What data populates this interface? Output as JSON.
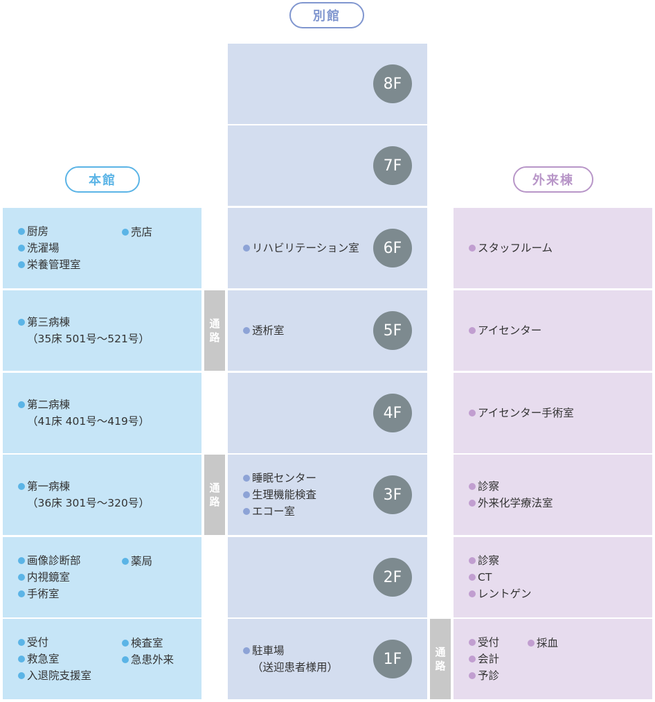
{
  "buildings": {
    "main": {
      "label": "本館",
      "color": "#5bb4e6"
    },
    "annex": {
      "label": "別館",
      "color": "#8096cf",
      "dot": "#8da3d6"
    },
    "out": {
      "label": "外来棟",
      "color": "#b896c8",
      "dot": "#c19ed0"
    }
  },
  "passage_label": [
    "通",
    "路"
  ],
  "floors": [
    {
      "floor": "8F"
    },
    {
      "floor": "7F"
    },
    {
      "floor": "6F",
      "main": {
        "col1": [
          {
            "t": "厨房",
            "d": 1
          },
          {
            "t": "洗濯場",
            "d": 1
          },
          {
            "t": "栄養管理室",
            "d": 1
          }
        ],
        "col2": [
          {
            "t": "売店",
            "d": 1
          }
        ]
      },
      "annex": {
        "col1": [
          {
            "t": "リハビリテーション室",
            "d": 1
          }
        ]
      },
      "out": {
        "col1": [
          {
            "t": "スタッフルーム",
            "d": 1
          }
        ]
      }
    },
    {
      "floor": "5F",
      "pass_left": true,
      "main": {
        "col1": [
          {
            "t": "第三病棟",
            "d": 1
          },
          {
            "t": "（35床  501号～521号）",
            "d": 0
          }
        ]
      },
      "annex": {
        "col1": [
          {
            "t": "透析室",
            "d": 1
          }
        ]
      },
      "out": {
        "col1": [
          {
            "t": "アイセンター",
            "d": 1
          }
        ]
      }
    },
    {
      "floor": "4F",
      "main": {
        "col1": [
          {
            "t": "第二病棟",
            "d": 1
          },
          {
            "t": "（41床  401号～419号）",
            "d": 0
          }
        ]
      },
      "out": {
        "col1": [
          {
            "t": "アイセンター手術室",
            "d": 1
          }
        ]
      }
    },
    {
      "floor": "3F",
      "pass_left": true,
      "main": {
        "col1": [
          {
            "t": "第一病棟",
            "d": 1
          },
          {
            "t": "（36床  301号～320号）",
            "d": 0
          }
        ]
      },
      "annex": {
        "col1": [
          {
            "t": "睡眠センター",
            "d": 1
          },
          {
            "t": "生理機能検査",
            "d": 1
          },
          {
            "t": "エコー室",
            "d": 1
          }
        ]
      },
      "out": {
        "col1": [
          {
            "t": "診察",
            "d": 1
          },
          {
            "t": "外来化学療法室",
            "d": 1
          }
        ]
      }
    },
    {
      "floor": "2F",
      "main": {
        "col1": [
          {
            "t": "画像診断部",
            "d": 1
          },
          {
            "t": "内視鏡室",
            "d": 1
          },
          {
            "t": "手術室",
            "d": 1
          }
        ],
        "col2": [
          {
            "t": "薬局",
            "d": 1
          }
        ]
      },
      "out": {
        "col1": [
          {
            "t": "診察",
            "d": 1
          },
          {
            "t": "CT",
            "d": 1
          },
          {
            "t": "レントゲン",
            "d": 1
          }
        ]
      }
    },
    {
      "floor": "1F",
      "pass_right": true,
      "main": {
        "col1": [
          {
            "t": "受付",
            "d": 1
          },
          {
            "t": "救急室",
            "d": 1
          },
          {
            "t": "入退院支援室",
            "d": 1
          }
        ],
        "col2": [
          {
            "t": "検査室",
            "d": 1
          },
          {
            "t": "急患外来",
            "d": 1
          }
        ]
      },
      "annex": {
        "col1": [
          {
            "t": "駐車場",
            "d": 1
          },
          {
            "t": "（送迎患者様用）",
            "d": 0
          }
        ]
      },
      "out": {
        "col1": [
          {
            "t": "受付",
            "d": 1
          },
          {
            "t": "会計",
            "d": 1
          },
          {
            "t": "予診",
            "d": 1
          }
        ],
        "col2": [
          {
            "t": "採血",
            "d": 1
          }
        ]
      }
    }
  ]
}
